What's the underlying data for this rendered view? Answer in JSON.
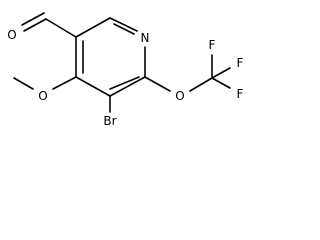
{
  "molecule": {
    "atom_labels": {
      "aldehyde_oxygen": "O",
      "ring_nitrogen": "N",
      "methoxy_oxygen": "O",
      "ether_oxygen": "O",
      "fluorine_top": "F",
      "fluorine_right": "F",
      "fluorine_bottom": "F",
      "bromine": "Br"
    }
  }
}
